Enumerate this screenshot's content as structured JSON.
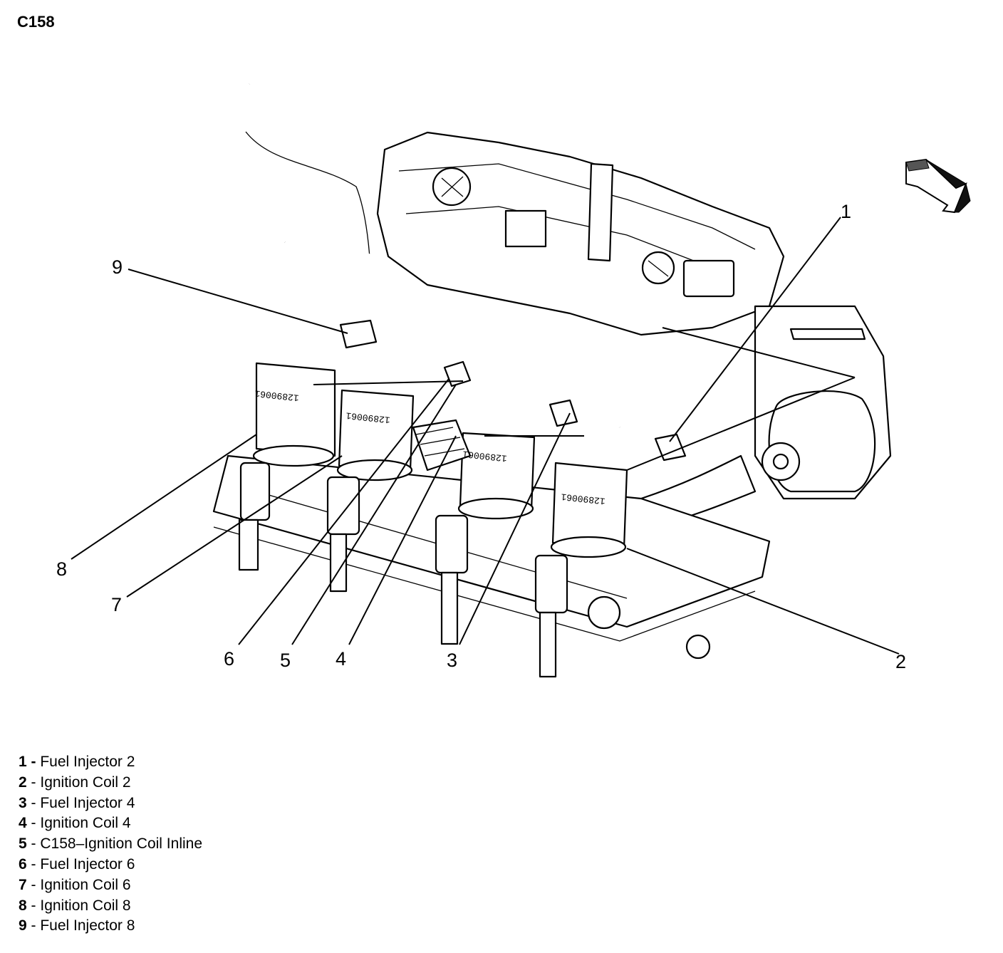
{
  "title": "C158",
  "callouts": [
    "1",
    "2",
    "3",
    "4",
    "5",
    "6",
    "7",
    "8",
    "9"
  ],
  "legend": [
    {
      "num": "1",
      "label": "Fuel Injector 2"
    },
    {
      "num": "2",
      "label": "Ignition Coil 2"
    },
    {
      "num": "3",
      "label": "Fuel Injector 4"
    },
    {
      "num": "4",
      "label": "Ignition Coil 4"
    },
    {
      "num": "5",
      "label": "C158–Ignition Coil Inline"
    },
    {
      "num": "6",
      "label": "Fuel Injector 6"
    },
    {
      "num": "7",
      "label": "Ignition Coil 6"
    },
    {
      "num": "8",
      "label": "Ignition Coil 8"
    },
    {
      "num": "9",
      "label": "Fuel Injector 8"
    }
  ],
  "coil_part_number": "12890061",
  "icons": {
    "direction": "direction-arrow-icon"
  }
}
